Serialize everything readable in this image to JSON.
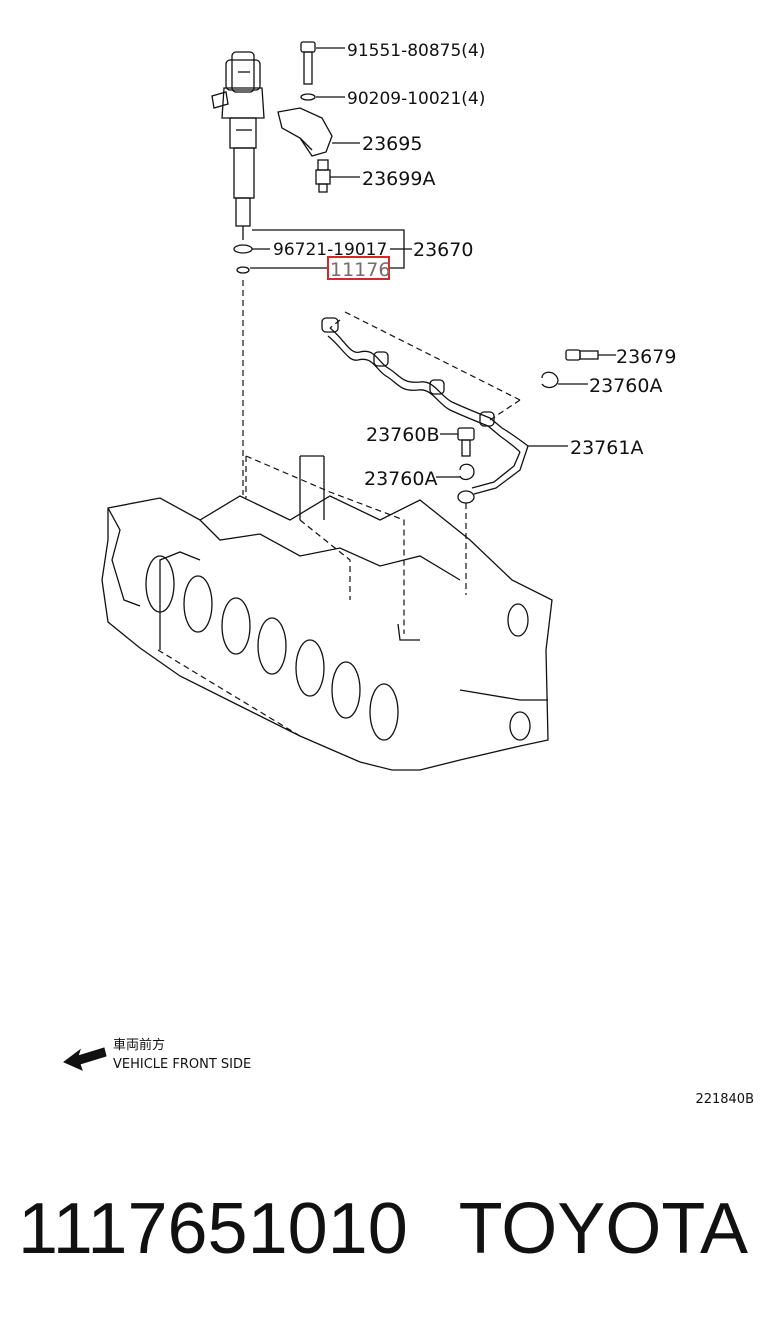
{
  "callouts": {
    "bolt": "91551-80875(4)",
    "washer": "90209-10021(4)",
    "clamp": "23695",
    "sensor": "23699A",
    "oring": "96721-19017",
    "injector_assy": "23670",
    "seal_highlighted": "11176",
    "union_bolt_right": "23679",
    "gasket_right": "23760A",
    "union_bolt_left": "23760B",
    "leakage_pipe": "23761A",
    "gasket_left": "23760A"
  },
  "front_note": {
    "jp": "車両前方",
    "en": "VEHICLE FRONT SIDE"
  },
  "figure_code": "221840B",
  "footer": {
    "part_number": "1117651010",
    "brand": "TOYOTA"
  },
  "colors": {
    "highlight_box": "#d62828",
    "ink": "#111111"
  }
}
